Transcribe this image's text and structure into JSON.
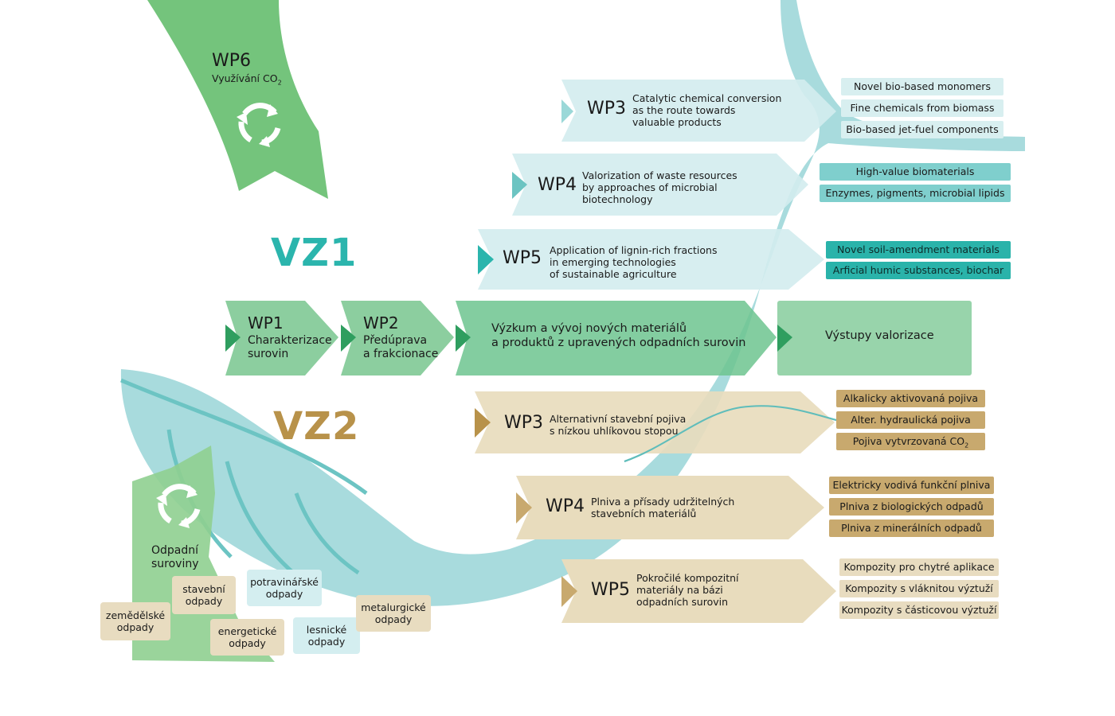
{
  "wp6": {
    "title": "WP6",
    "subtitle": "Využívání CO",
    "sub2": "2"
  },
  "vz1": "VZ1",
  "vz2": "VZ2",
  "vz1_packages": [
    {
      "num": "WP3",
      "desc": [
        "Catalytic chemical conversion",
        "as the route towards",
        "valuable products"
      ]
    },
    {
      "num": "WP4",
      "desc": [
        "Valorization of waste resources",
        "by approaches of microbial",
        "biotechnology"
      ]
    },
    {
      "num": "WP5",
      "desc": [
        "Application of lignin-rich fractions",
        "in emerging technologies",
        "of sustainable agriculture"
      ]
    }
  ],
  "vz1_outputs": {
    "wp3": [
      "Novel bio-based monomers",
      "Fine chemicals from biomass",
      "Bio-based jet-fuel components"
    ],
    "wp4": [
      "High-value biomaterials",
      "Enzymes, pigments, microbial lipids"
    ],
    "wp5": [
      "Novel soil-amendment materials",
      "Arficial humic substances, biochar"
    ]
  },
  "pipeline": {
    "wp1": {
      "num": "WP1",
      "desc": [
        "Charakterizace",
        "surovin"
      ]
    },
    "wp2": {
      "num": "WP2",
      "desc": [
        "Předúprava",
        "a frakcionace"
      ]
    },
    "research": [
      "Výzkum a vývoj nových materiálů",
      "a produktů z upravených odpadních surovin"
    ],
    "outputs": "Výstupy valorizace"
  },
  "vz2_packages": [
    {
      "num": "WP3",
      "desc": [
        "Alternativní stavební pojiva",
        "s nízkou uhlíkovou stopou"
      ]
    },
    {
      "num": "WP4",
      "desc": [
        "Plniva a přísady udržitelných",
        "stavebních materiálů"
      ]
    },
    {
      "num": "WP5",
      "desc": [
        "Pokročilé kompozitní",
        "materiály na bázi",
        "odpadních surovin"
      ]
    }
  ],
  "vz2_outputs": {
    "wp3": [
      "Alkalicky aktivovaná pojiva",
      "Alter. hydraulická pojiva",
      "Pojiva vytvrzovaná CO"
    ],
    "wp3_sub": "2",
    "wp4": [
      "Elektricky vodivá funkční plniva",
      "Plniva z biologických odpadů",
      "Plniva z minerálních odpadů"
    ],
    "wp5": [
      "Kompozity pro chytré aplikace",
      "Kompozity s vláknitou výztuží",
      "Kompozity s částicovou výztuží"
    ]
  },
  "waste": {
    "title": [
      "Odpadní",
      "suroviny"
    ],
    "items": [
      [
        "zemědělské",
        "odpady"
      ],
      [
        "stavební",
        "odpady"
      ],
      [
        "energetické",
        "odpady"
      ],
      [
        "potravinářské",
        "odpady"
      ],
      [
        "lesnické",
        "odpady"
      ],
      [
        "metalurgické",
        "odpady"
      ]
    ]
  },
  "colors": {
    "teal": "#2bb5ad",
    "gold": "#b8924a",
    "green": "#74c47c",
    "leaf": "#8fd1d3"
  },
  "icons": [
    "recycle-icon",
    "recycle-icon"
  ]
}
